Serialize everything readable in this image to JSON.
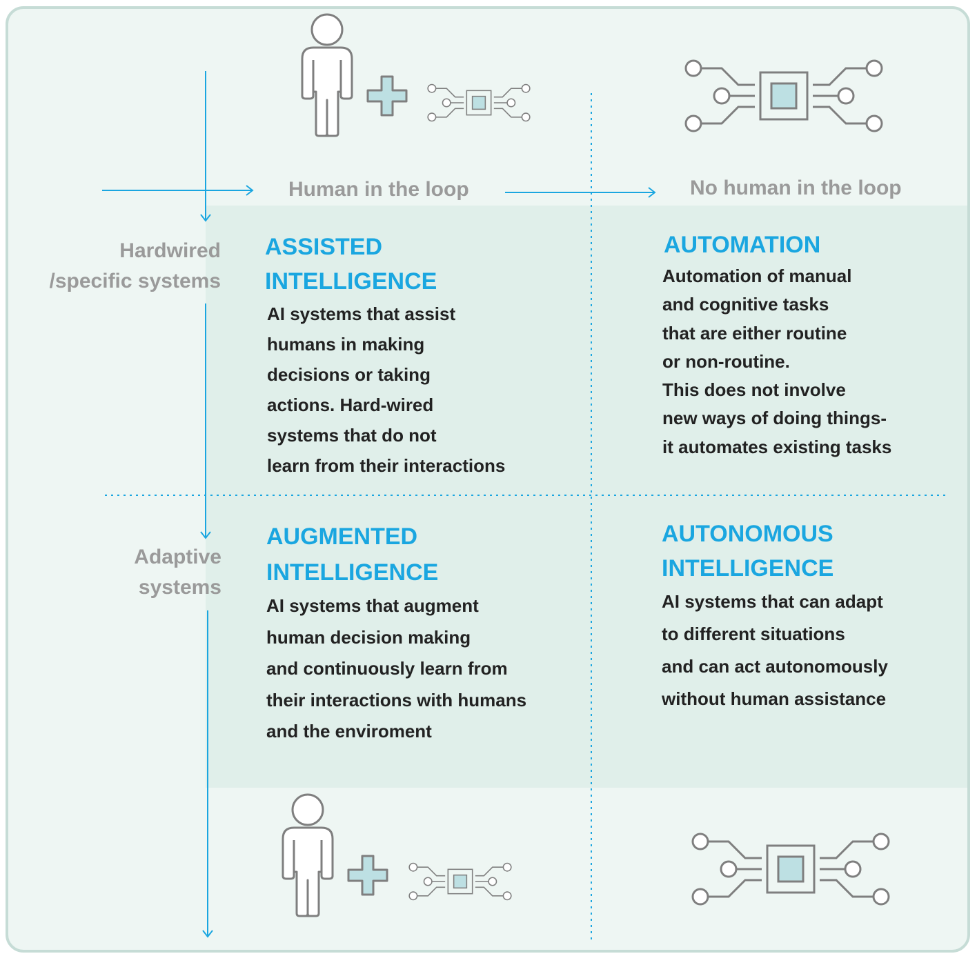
{
  "columns": {
    "left": "Human in the loop",
    "right": "No human in the loop"
  },
  "rows": {
    "top": "Hardwired\n/specific systems",
    "bottom": "Adaptive\nsystems"
  },
  "quadrants": {
    "assisted": {
      "title": "ASSISTED\nINTELLIGENCE",
      "body": "AI systems that assist\nhumans in making\ndecisions or taking\nactions. Hard-wired\nsystems that do not\nlearn from their interactions"
    },
    "automation": {
      "title": "AUTOMATION",
      "body": "Automation of manual\nand cognitive tasks\nthat are either routine\nor non-routine.\nThis does not involve\nnew ways of doing things-\nit automates existing tasks"
    },
    "augmented": {
      "title": "AUGMENTED\nINTELLIGENCE",
      "body": "AI systems that augment\nhuman decision making\nand continuously learn from\ntheir interactions with humans\nand the enviroment"
    },
    "autonomous": {
      "title": "AUTONOMOUS\nINTELLIGENCE",
      "body": "AI systems that can adapt\nto different situations\nand can act autonomously\nwithout human assistance"
    }
  },
  "icons": {
    "top_left": [
      "person-icon",
      "plus-icon",
      "chip-icon"
    ],
    "top_right": [
      "chip-icon"
    ],
    "bottom_left": [
      "person-icon",
      "plus-icon",
      "chip-icon"
    ],
    "bottom_right": [
      "chip-icon"
    ]
  },
  "colors": {
    "accent": "#1aa6e0",
    "text": "#222222",
    "label": "#9a9a9a",
    "icon_stroke": "#7f7f7f",
    "icon_fill": "#bde0e3",
    "background": "#eef6f3",
    "shade": "#e0efea",
    "border": "#c6dcd6"
  }
}
